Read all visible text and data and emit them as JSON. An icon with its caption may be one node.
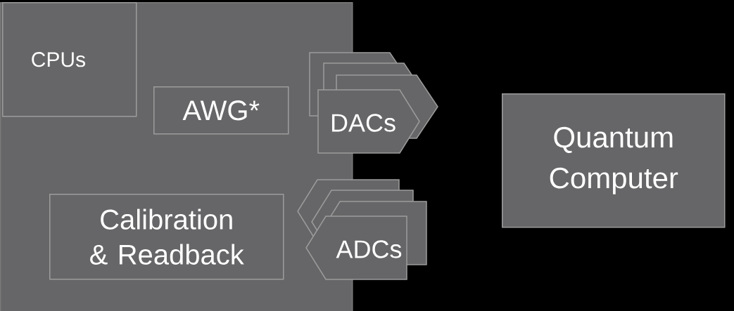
{
  "diagram": {
    "nodes": [
      {
        "text": [],
        "shape": "box"
      },
      {
        "text": [
          "CPUs"
        ],
        "in": 0
      },
      {
        "text": [
          "AWG*"
        ],
        "in": 0
      },
      {
        "text": [
          "Calibration & Readback"
        ],
        "in": 0
      },
      {
        "text": [
          "DACs"
        ]
      },
      {
        "text": [
          "ADCs"
        ]
      },
      {
        "text": [
          "Quantum Computer"
        ]
      }
    ],
    "edges": []
  }
}
